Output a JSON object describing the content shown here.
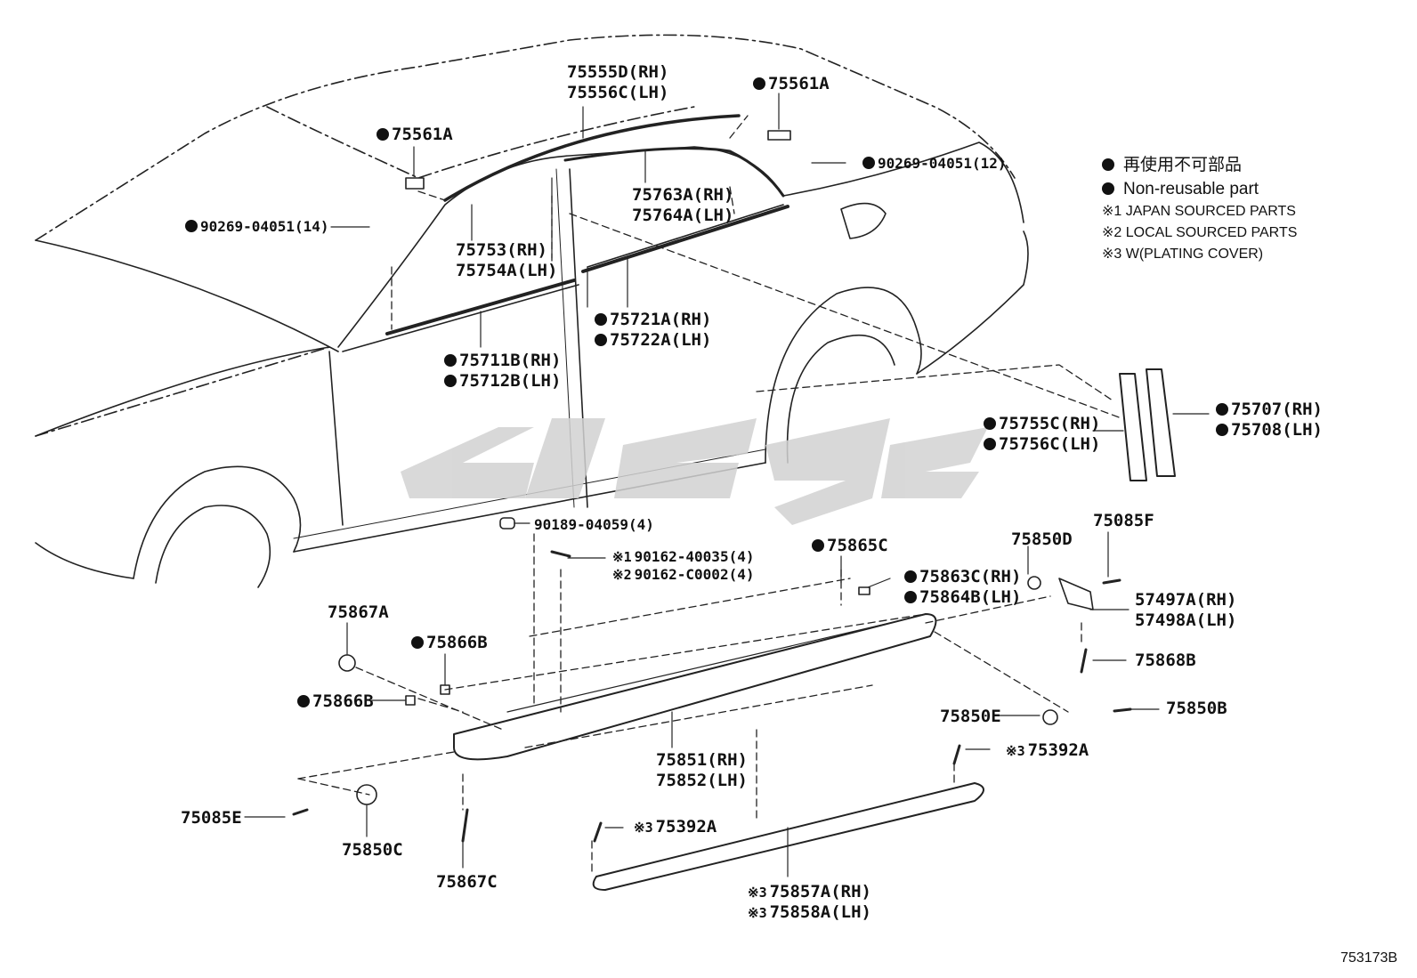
{
  "legend": {
    "dot_jp": "再使用不可部品",
    "dot_en": "Non-reusable part",
    "note1": "※1 JAPAN SOURCED PARTS",
    "note2": "※2 LOCAL SOURCED PARTS",
    "note3": "※3 W(PLATING COVER)"
  },
  "diagram_id": "753173B",
  "labels": {
    "p75555d": "75555D(RH)",
    "p75556c": "75556C(LH)",
    "p75561a_top": "75561A",
    "p75561a_left": "75561A",
    "p90269_12": "90269-04051(12)",
    "p90269_14": "90269-04051(14)",
    "p75763a": "75763A(RH)",
    "p75764a": "75764A(LH)",
    "p75753": "75753(RH)",
    "p75754a": "75754A(LH)",
    "p75721a": "75721A(RH)",
    "p75722a": "75722A(LH)",
    "p75711b": "75711B(RH)",
    "p75712b": "75712B(LH)",
    "p75755c": "75755C(RH)",
    "p75756c": "75756C(LH)",
    "p75707": "75707(RH)",
    "p75708": "75708(LH)",
    "p90189": "90189-04059(4)",
    "p90162_1": "90162-40035(4)",
    "p90162_2": "90162-C0002(4)",
    "note1": "※1",
    "note2": "※2",
    "note3": "※3",
    "p75865c": "75865C",
    "p75850d": "75850D",
    "p75085f": "75085F",
    "p75863c": "75863C(RH)",
    "p75864b": "75864B(LH)",
    "p57497a": "57497A(RH)",
    "p57498a": "57498A(LH)",
    "p75867a": "75867A",
    "p75866b_top": "75866B",
    "p75866b_left": "75866B",
    "p75868b": "75868B",
    "p75850e": "75850E",
    "p75850b": "75850B",
    "p75392a_right": "75392A",
    "p75392a_left": "75392A",
    "p75851": "75851(RH)",
    "p75852": "75852(LH)",
    "p75085e": "75085E",
    "p75850c": "75850C",
    "p75867c": "75867C",
    "p75857a": "75857A(RH)",
    "p75858a": "75858A(LH)"
  }
}
